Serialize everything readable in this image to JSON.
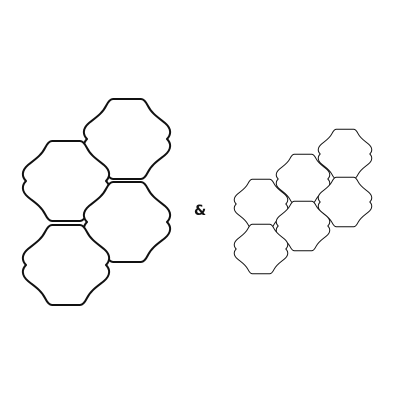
{
  "separator": "&",
  "colors": {
    "background": "#ffffff",
    "outline": "#111111"
  },
  "groups": [
    {
      "name": "large-lantern-tiles",
      "tile_count": 4
    },
    {
      "name": "small-lantern-tiles",
      "tile_count": 6
    }
  ]
}
